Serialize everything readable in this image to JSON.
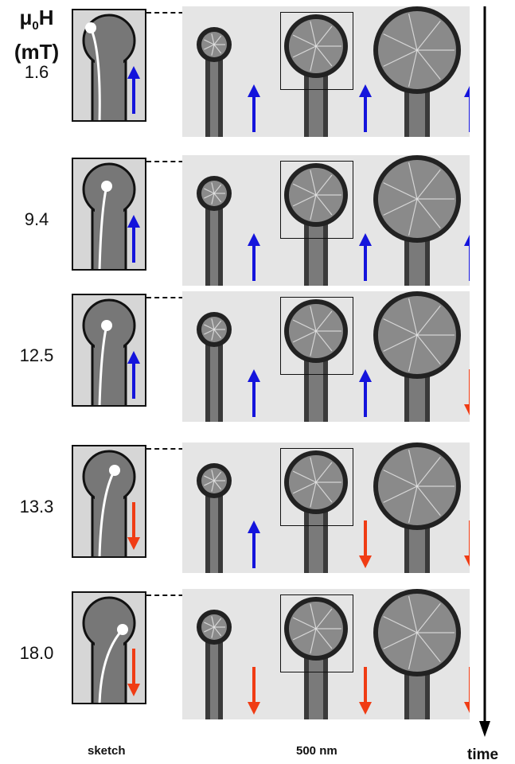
{
  "header": {
    "mu_symbol": "μ",
    "mu_sub": "0",
    "h_letter": "H",
    "unit": "(mT)"
  },
  "rows": [
    {
      "field": "1.6",
      "sketch_arrow": "up",
      "arrows": [
        "up",
        "up",
        "up"
      ]
    },
    {
      "field": "9.4",
      "sketch_arrow": "up",
      "arrows": [
        "up",
        "up",
        "up"
      ]
    },
    {
      "field": "12.5",
      "sketch_arrow": "up",
      "arrows": [
        "up",
        "up",
        "down"
      ]
    },
    {
      "field": "13.3",
      "sketch_arrow": "down",
      "arrows": [
        "up",
        "down",
        "down"
      ]
    },
    {
      "field": "18.0",
      "sketch_arrow": "down",
      "arrows": [
        "down",
        "down",
        "down"
      ]
    }
  ],
  "labels": {
    "sketch": "sketch",
    "scale": "500 nm",
    "time": "time"
  },
  "colors": {
    "up": "#1414dc",
    "down": "#f03c14",
    "frame": "#111111"
  }
}
